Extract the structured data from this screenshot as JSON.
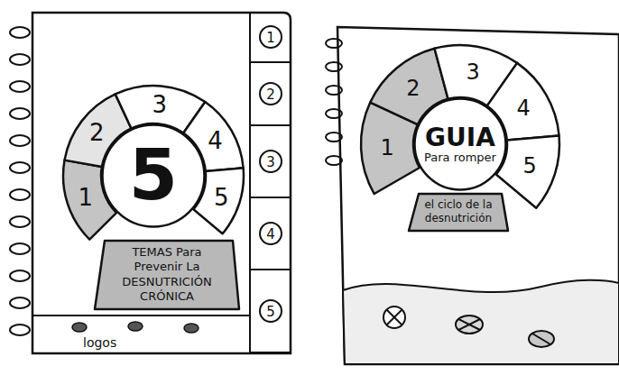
{
  "diagram": {
    "nodes": [
      {
        "text": [
          "1"
        ]
      },
      {
        "text": [
          "2"
        ]
      },
      {
        "text": [
          "3"
        ]
      },
      {
        "text": [
          "4"
        ]
      },
      {
        "text": [
          "5"
        ]
      },
      {
        "text": [
          "5"
        ]
      },
      {
        "text": [
          "TEMAS Para Prevenir La DESNUTRICIÓN CRÓNICA"
        ]
      },
      {
        "text": [
          "1"
        ]
      },
      {
        "text": [
          "2"
        ]
      },
      {
        "text": [
          "3"
        ]
      },
      {
        "text": [
          "4"
        ]
      },
      {
        "text": [
          "5"
        ]
      },
      {
        "text": [
          "1"
        ]
      },
      {
        "text": [
          "2"
        ]
      },
      {
        "text": [
          "3"
        ]
      },
      {
        "text": [
          "4"
        ]
      },
      {
        "text": [
          "5"
        ]
      },
      {
        "text": [
          "GUIA",
          "Para romper"
        ]
      },
      {
        "text": [
          "el ciclo de la desnutrición"
        ]
      }
    ],
    "labels": [
      "logos"
    ]
  }
}
